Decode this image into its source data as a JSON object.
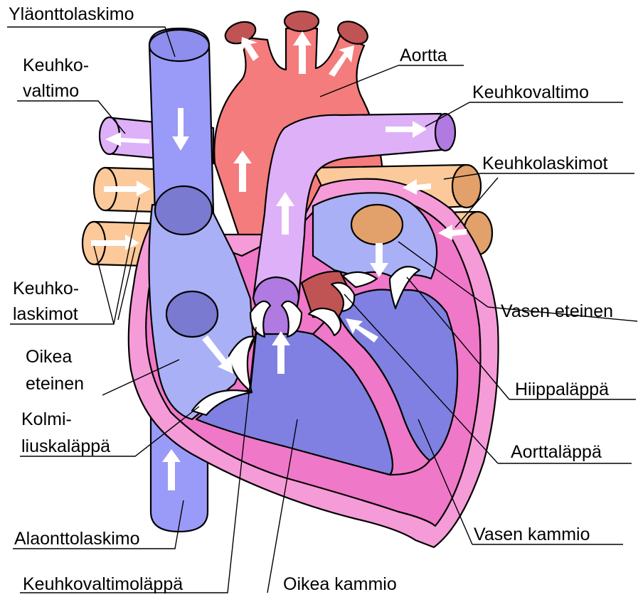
{
  "labels": {
    "superior_vena_cava": "Yläonttolaskimo",
    "aorta": "Aortta",
    "right_pulmonary_artery_line1": "Keuhko-",
    "right_pulmonary_artery_line2": "valtimo",
    "left_pulmonary_artery": "Keuhkovaltimo",
    "left_pulmonary_veins": "Keuhkolaskimot",
    "right_pulmonary_veins_line1": "Keuhko-",
    "right_pulmonary_veins_line2": "laskimot",
    "left_atrium": "Vasen eteinen",
    "right_atrium_line1": "Oikea",
    "right_atrium_line2": "eteinen",
    "mitral_valve": "Hiippaläppä",
    "tricuspid_valve_line1": "Kolmi-",
    "tricuspid_valve_line2": "liuskaläppä",
    "aortic_valve": "Aorttaläppä",
    "inferior_vena_cava": "Alaonttolaskimo",
    "left_ventricle": "Vasen kammio",
    "pulmonary_valve": "Keuhkovaltimoläppä",
    "right_ventricle": "Oikea kammio"
  },
  "colors": {
    "vena_cava": "#9a9af8",
    "vena_cava_dark": "#7a7ad0",
    "right_atrium": "#aab0f5",
    "ventricle": "#7f80e1",
    "left_atrium": "#aab0f5",
    "myocardium": "#f078c8",
    "myocardium_outer": "#f59bd8",
    "aorta": "#f47c7c",
    "aorta_dark": "#c05454",
    "pulmonary_artery": "#deb0f8",
    "pulmonary_artery_dark": "#b07ae0",
    "pulmonary_vein": "#fbc99a",
    "pulmonary_vein_dark": "#e2a06a"
  }
}
